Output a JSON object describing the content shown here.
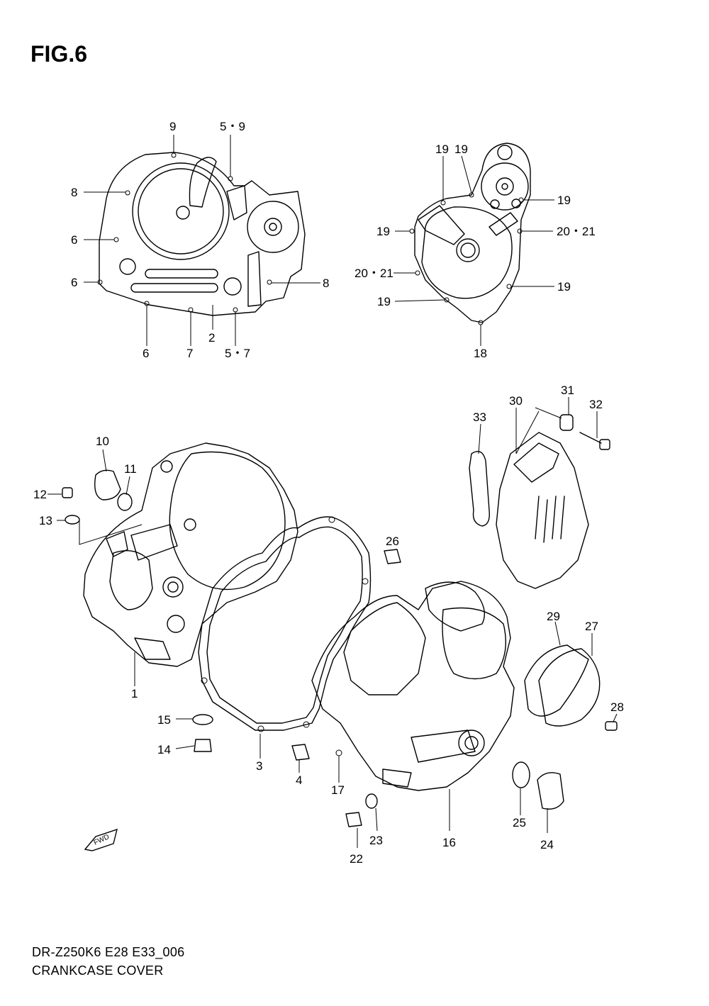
{
  "figure_title": "FIG.6",
  "footer": {
    "model_code": "DR-Z250K6 E28 E33_006",
    "caption": "CRANKCASE COVER"
  },
  "fwd_badge": "FWD",
  "callouts": {
    "c9_top": "9",
    "c59": "5・9",
    "c8_left": "8",
    "c6_upper": "6",
    "c6_lower": "6",
    "c8_right": "8",
    "c6_bottom": "6",
    "c7_bottom": "7",
    "c2": "2",
    "c57": "5・7",
    "c19_a": "19",
    "c19_b": "19",
    "c19_c": "19",
    "c19_d": "19",
    "c2021_right": "20・21",
    "c2021_left": "20・21",
    "c19_e": "19",
    "c19_f": "19",
    "c18": "18",
    "c10": "10",
    "c11": "11",
    "c12": "12",
    "c13": "13",
    "c1": "1",
    "c15": "15",
    "c14": "14",
    "c3": "3",
    "c4": "4",
    "c26": "26",
    "c17": "17",
    "c16": "16",
    "c22": "22",
    "c23": "23",
    "c25": "25",
    "c24": "24",
    "c29": "29",
    "c27": "27",
    "c28": "28",
    "c30": "30",
    "c31": "31",
    "c32": "32",
    "c33": "33"
  }
}
